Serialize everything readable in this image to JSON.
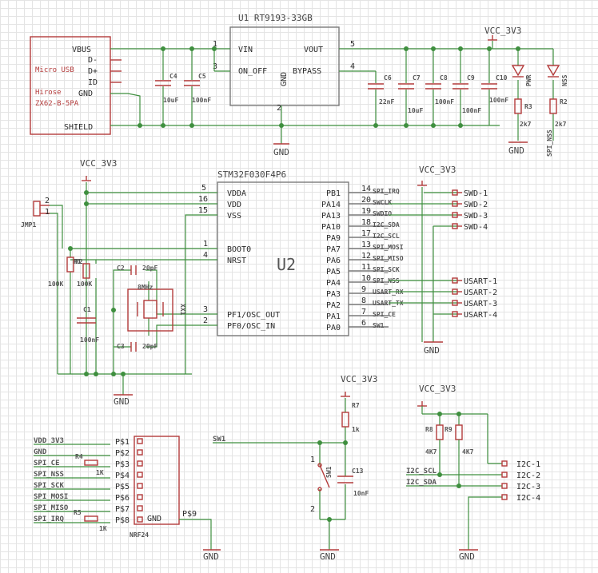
{
  "power": {
    "vcc": "VCC_3V3",
    "gnd": "GND"
  },
  "usb": {
    "line1": "Micro USB",
    "line2": "Hirose",
    "line3": "ZX62-B-5PA",
    "pins": [
      "VBUS",
      "D-",
      "D+",
      "ID",
      "GND",
      "SHIELD"
    ]
  },
  "regulator": {
    "title": "U1  RT9193-33GB",
    "vin": "VIN",
    "on_off": "ON_OFF",
    "vout": "VOUT",
    "bypass": "BYPASS",
    "gnd_pin": "GND",
    "pin1": "1",
    "pin2": "2",
    "pin3": "3",
    "pin4": "4",
    "pin5": "5"
  },
  "caps": {
    "c4": "C4",
    "c4v": "10uF",
    "c5": "C5",
    "c5v": "100nF",
    "c6": "C6",
    "c6v": "22nF",
    "c7": "C7",
    "c7v": "10uF",
    "c8": "C8",
    "c8v": "100nF",
    "c9": "C9",
    "c9v": "100nF",
    "c10": "C10",
    "c10v": "100nF",
    "c1": "C1",
    "c1v": "100nF",
    "c2": "C2",
    "c2v": "20pF",
    "c3": "C3",
    "c3v": "20pF",
    "c13": "C13",
    "c13v": "10nF"
  },
  "leds": {
    "pwr": "PWR",
    "nss": "NSS",
    "r2": "R2",
    "r2v": "2k7",
    "r3": "R3",
    "r3v": "2k7",
    "nss_net": "SPI_NSS"
  },
  "mcu": {
    "part": "STM32F030F4P6",
    "name": "U2",
    "left_pins": [
      {
        "name": "VDDA",
        "num": "5"
      },
      {
        "name": "VDD",
        "num": "16"
      },
      {
        "name": "VSS",
        "num": "15"
      },
      {
        "name": "BOOT0",
        "num": "1"
      },
      {
        "name": "NRST",
        "num": "4"
      },
      {
        "name": "PF1/OSC_OUT",
        "num": "3"
      },
      {
        "name": "PF0/OSC_IN",
        "num": "2"
      }
    ],
    "right_pins": [
      {
        "name": "PB1",
        "num": "14",
        "net": "SPI_IRQ"
      },
      {
        "name": "PA14",
        "num": "20",
        "net": "SWCLK"
      },
      {
        "name": "PA13",
        "num": "19",
        "net": "SWDIO"
      },
      {
        "name": "PA10",
        "num": "18",
        "net": "I2C_SDA"
      },
      {
        "name": "PA9",
        "num": "17",
        "net": "I2C_SCL"
      },
      {
        "name": "PA7",
        "num": "13",
        "net": "SPI_MOSI"
      },
      {
        "name": "PA6",
        "num": "12",
        "net": "SPI_MISO"
      },
      {
        "name": "PA5",
        "num": "11",
        "net": "SPI_SCK"
      },
      {
        "name": "PA4",
        "num": "10",
        "net": "SPI_NSS"
      },
      {
        "name": "PA3",
        "num": "9",
        "net": "USART_RX"
      },
      {
        "name": "PA2",
        "num": "8",
        "net": "USART_TX"
      },
      {
        "name": "PA1",
        "num": "7",
        "net": "SPI_CE"
      },
      {
        "name": "PA0",
        "num": "6",
        "net": "SW1"
      }
    ]
  },
  "swd": [
    "SWD-1",
    "SWD-2",
    "SWD-3",
    "SWD-4"
  ],
  "usart": [
    "USART-1",
    "USART-2",
    "USART-3",
    "USART-4"
  ],
  "jumper": {
    "name": "JMP1",
    "p1": "1",
    "p2": "2"
  },
  "boot_res": {
    "r1": "R1",
    "r1v": "100K",
    "r2": "R2",
    "r2v": "100K"
  },
  "crystal": {
    "freq": "8MHz",
    "name": "XX1"
  },
  "nrf": {
    "name": "NRF24",
    "nets": [
      "VDD_3V3",
      "GND",
      "SPI_CE",
      "SPI_NSS",
      "SPI_SCK",
      "SPI_MOSI",
      "SPI_MISO",
      "SPI_IRQ"
    ],
    "pins": [
      "P$1",
      "P$2",
      "P$3",
      "P$4",
      "P$5",
      "P$6",
      "P$7",
      "P$8"
    ],
    "gnd_label": "GND",
    "p9": "P$9",
    "r4": "R4",
    "r4v": "1K",
    "r5": "R5",
    "r5v": "1K"
  },
  "sw": {
    "net": "SW1",
    "name": "SW1",
    "r7": "R7",
    "r7v": "1k",
    "pin1": "1",
    "pin2": "2"
  },
  "i2c": {
    "r8": "R8",
    "r8v": "4K7",
    "r9": "R9",
    "r9v": "4K7",
    "scl": "I2C_SCL",
    "sda": "I2C_SDA",
    "pins": [
      "I2C-1",
      "I2C-2",
      "I2C-3",
      "I2C-4"
    ]
  }
}
